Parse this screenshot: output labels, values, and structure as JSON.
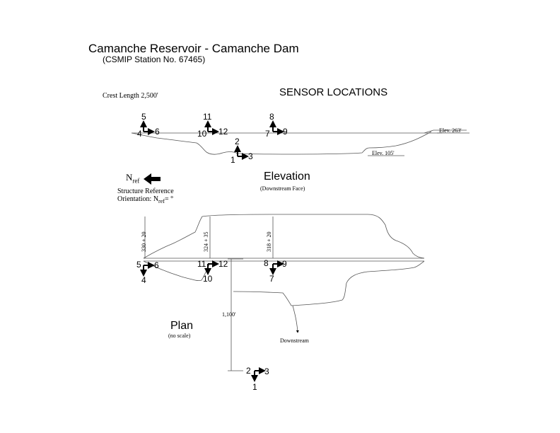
{
  "title": "Camanche Reservoir - Camanche Dam",
  "subtitle": "(CSMIP Station No. 67465)",
  "section_title": "SENSOR LOCATIONS",
  "crest_length": "Crest Length 2,500'",
  "elevation": {
    "heading": "Elevation",
    "subheading": "(Downstream Face)",
    "crest_elev_label": "Elev. 263'",
    "base_elev_label": "Elev. 105'",
    "sensors": {
      "left_vertical": "5",
      "left_horizontal": "6",
      "left_corner": "4",
      "midleft_vertical": "11",
      "midleft_horizontal": "12",
      "midleft_corner": "10",
      "midright_vertical": "8",
      "midright_horizontal": "9",
      "midright_corner": "7",
      "base_vertical": "2",
      "base_horizontal": "3",
      "base_corner": "1"
    }
  },
  "reference": {
    "n_label": "N",
    "n_sub": "ref",
    "line1": "Structure Reference",
    "line2_prefix": "Orientation: N",
    "line2_sub": "ref",
    "line2_suffix": "= °"
  },
  "plan": {
    "heading": "Plan",
    "subheading": "(no scale)",
    "station_1": "330 + 20",
    "station_2": "324 + 35",
    "station_3": "318 + 20",
    "distance_label": "1,100'",
    "downstream_label": "Downstream",
    "sensors": {
      "left_corner": "5",
      "left_horizontal": "6",
      "left_down": "4",
      "midleft_corner": "11",
      "midleft_horizontal": "12",
      "midleft_down": "10",
      "midright_corner": "8",
      "midright_horizontal": "9",
      "midright_down": "7",
      "base_corner": "2",
      "base_horizontal": "3",
      "base_down": "1"
    }
  },
  "colors": {
    "ink": "#000000",
    "line": "#555555",
    "background": "#ffffff"
  }
}
